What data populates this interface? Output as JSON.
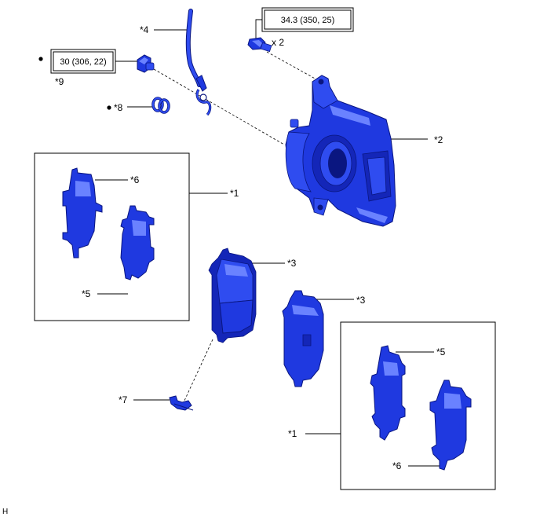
{
  "torque": {
    "caliper_bolt": "34.3 (350, 25)",
    "bleeder": "30 (306, 22)"
  },
  "labels": {
    "hose": "*4",
    "bolt_qty": "x 2",
    "bleeder_item": "*9",
    "gasket_item": "*8",
    "caliper": "*2",
    "kit_upper": "*1",
    "shim_upper_a": "*6",
    "shim_upper_b": "*5",
    "pad_a": "*3",
    "pad_b": "*3",
    "kit_lower": "*1",
    "shim_lower_a": "*5",
    "shim_lower_b": "*6",
    "clip": "*7"
  },
  "footer": {
    "code": "H"
  },
  "colors": {
    "part_blue": "#1f39e0",
    "outline": "#0a1680"
  },
  "icons": {
    "non_reusable_mark": "filled-dot"
  }
}
